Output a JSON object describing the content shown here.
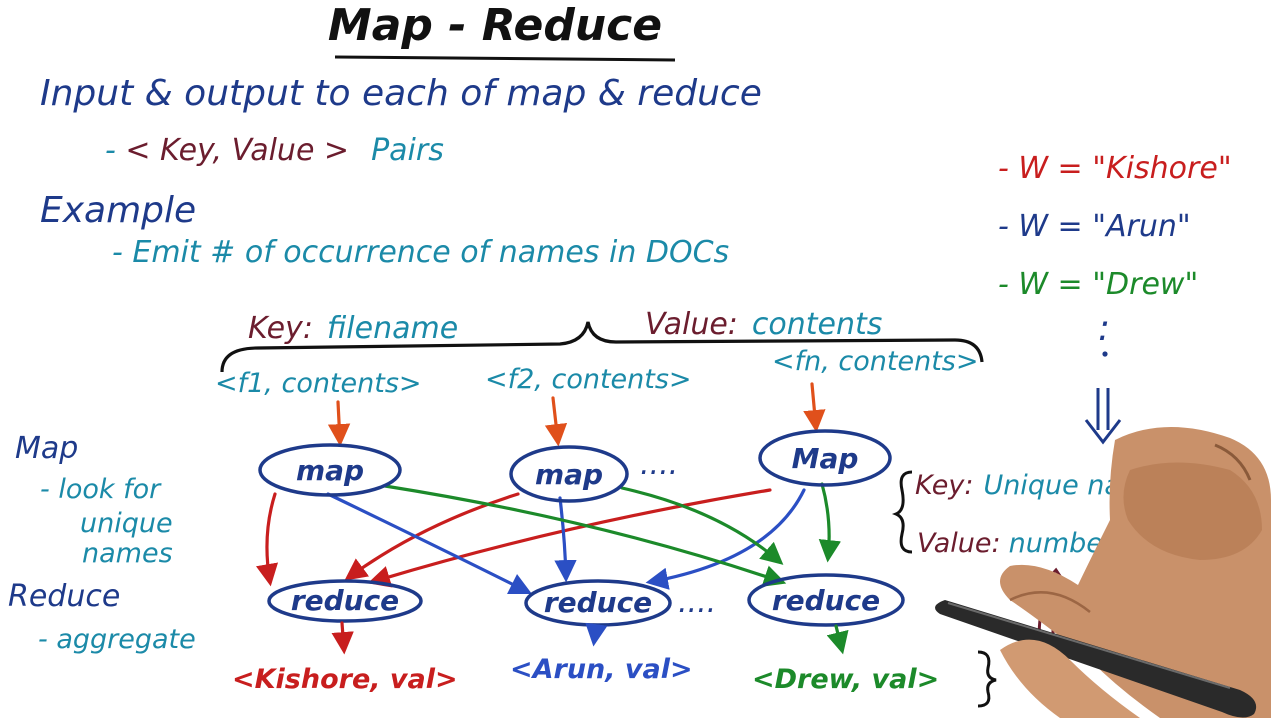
{
  "colors": {
    "navy": "#1e3a8a",
    "teal": "#1b8aa8",
    "maroon": "#6b1d2e",
    "red": "#c81e1e",
    "green": "#1c8a2a",
    "blue": "#2b4fc4",
    "orange": "#e0501b",
    "black": "#111111"
  },
  "title": "Map - Reduce",
  "intro": {
    "line1": "Input & output to each of map & reduce",
    "line2_dash": "- ",
    "line2_kv": "< Key, Value >",
    "line2_pairs": "Pairs"
  },
  "example": {
    "heading": "Example",
    "desc": "- Emit # of occurrence of names in DOCs"
  },
  "input_brace": {
    "key_label": "Key:",
    "key_value": "filename",
    "value_label": "Value:",
    "value_value": "contents"
  },
  "inputs": [
    "<f1, contents>",
    "<f2, contents>",
    "<fn, contents>"
  ],
  "mappers": [
    "map",
    "map",
    "Map"
  ],
  "ellipsis": "....",
  "reducers": [
    "reduce",
    "reduce",
    "reduce"
  ],
  "outputs": [
    "<Kishore, val>",
    "<Arun, val>",
    "<Drew, val>"
  ],
  "left_notes": {
    "map_heading": "Map",
    "map_desc": [
      "- look for",
      "unique",
      "names"
    ],
    "reduce_heading": "Reduce",
    "reduce_desc": "- aggregate"
  },
  "emits": [
    "- W = \"Kishore\"",
    "- W = \"Arun\"",
    "- W = \"Drew\""
  ],
  "vdots": ":",
  "mid_brace": {
    "key_label": "Key:",
    "key_value": "Unique name",
    "value_label": "Value:",
    "value_value": "number"
  },
  "icons": [
    "down-double-arrow-icon",
    "up-arrow-icon",
    "pen-hand-icon"
  ]
}
